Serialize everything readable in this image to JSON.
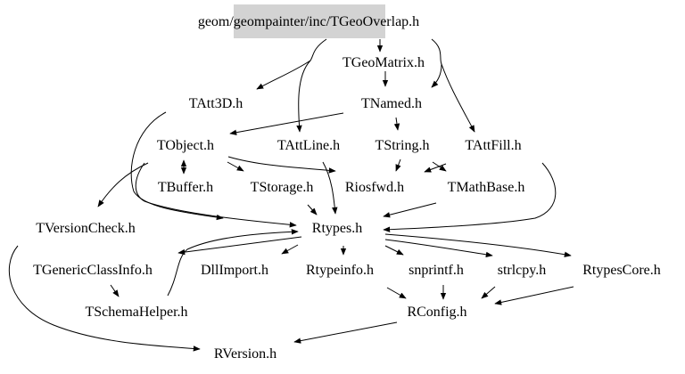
{
  "root": "geom/geompainter/inc/TGeoOverlap.h",
  "nodes": {
    "tgeomatrix": "TGeoMatrix.h",
    "tatt3d": "TAtt3D.h",
    "tnamed": "TNamed.h",
    "tobject": "TObject.h",
    "tattline": "TAttLine.h",
    "tstring": "TString.h",
    "tattfill": "TAttFill.h",
    "tbuffer": "TBuffer.h",
    "tstorage": "TStorage.h",
    "riosfwd": "Riosfwd.h",
    "tmathbase": "TMathBase.h",
    "tversioncheck": "TVersionCheck.h",
    "rtypes": "Rtypes.h",
    "tgenericclassinfo": "TGenericClassInfo.h",
    "dllimport": "DllImport.h",
    "rtypeinfo": "Rtypeinfo.h",
    "snprintf": "snprintf.h",
    "strlcpy": "strlcpy.h",
    "rtypescore": "RtypesCore.h",
    "tschemahelper": "TSchemaHelper.h",
    "rconfig": "RConfig.h",
    "rversion": "RVersion.h"
  },
  "colors": {
    "root_fill": "#d3d3d3",
    "edge": "#000000"
  }
}
